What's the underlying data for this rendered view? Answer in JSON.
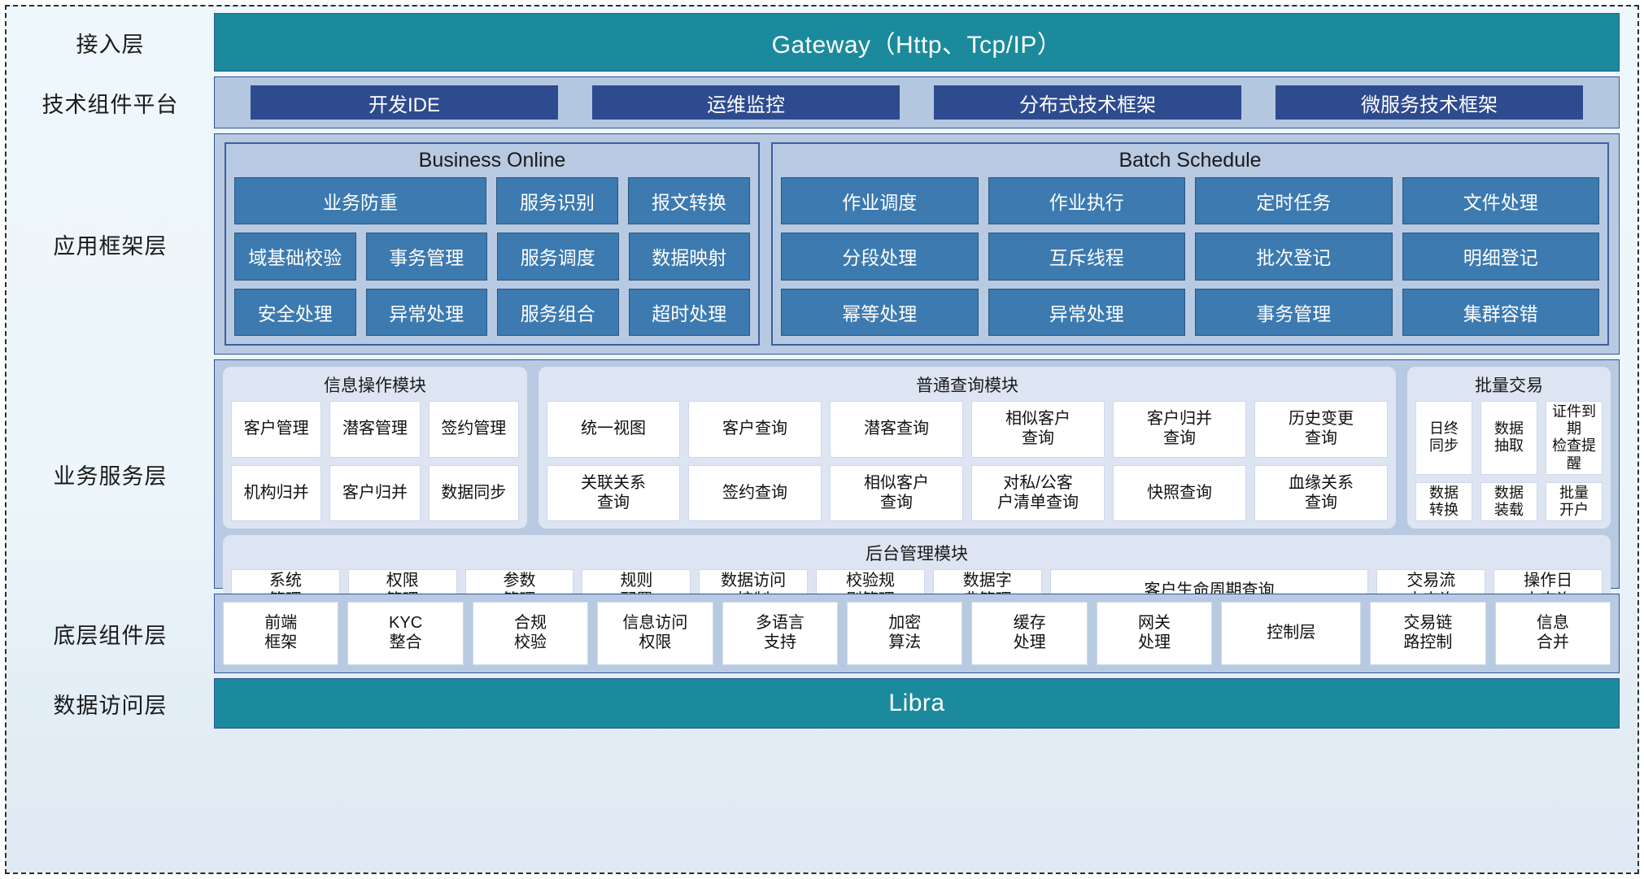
{
  "layers": [
    {
      "label": "接入层"
    },
    {
      "label": "技术组件平台"
    },
    {
      "label": "应用框架层"
    },
    {
      "label": "业务服务层"
    },
    {
      "label": "底层组件层"
    },
    {
      "label": "数据访问层"
    }
  ],
  "gateway": {
    "title": "Gateway（Http、Tcp/IP）"
  },
  "tech_platform": {
    "buttons": [
      {
        "label": "开发IDE"
      },
      {
        "label": "运维监控"
      },
      {
        "label": "分布式技术框架"
      },
      {
        "label": "微服务技术框架"
      }
    ]
  },
  "app_framework": {
    "business_online": {
      "title": "Business Online",
      "rows": [
        [
          {
            "label": "业务防重",
            "span": 2
          },
          {
            "label": "服务识别"
          },
          {
            "label": "报文转换"
          }
        ],
        [
          {
            "label": "域基础校验"
          },
          {
            "label": "事务管理"
          },
          {
            "label": "服务调度"
          },
          {
            "label": "数据映射"
          }
        ],
        [
          {
            "label": "安全处理"
          },
          {
            "label": "异常处理"
          },
          {
            "label": "服务组合"
          },
          {
            "label": "超时处理"
          }
        ]
      ]
    },
    "batch_schedule": {
      "title": "Batch Schedule",
      "rows": [
        [
          {
            "label": "作业调度"
          },
          {
            "label": "作业执行"
          },
          {
            "label": "定时任务"
          },
          {
            "label": "文件处理"
          }
        ],
        [
          {
            "label": "分段处理"
          },
          {
            "label": "互斥线程"
          },
          {
            "label": "批次登记"
          },
          {
            "label": "明细登记"
          }
        ],
        [
          {
            "label": "幂等处理"
          },
          {
            "label": "异常处理"
          },
          {
            "label": "事务管理"
          },
          {
            "label": "集群容错"
          }
        ]
      ]
    }
  },
  "business_service": {
    "info_module": {
      "title": "信息操作模块",
      "rows": [
        [
          {
            "label": "客户管理"
          },
          {
            "label": "潜客管理"
          },
          {
            "label": "签约管理"
          }
        ],
        [
          {
            "label": "机构归并"
          },
          {
            "label": "客户归并"
          },
          {
            "label": "数据同步"
          }
        ]
      ]
    },
    "query_module": {
      "title": "普通查询模块",
      "rows": [
        [
          {
            "label": "统一视图"
          },
          {
            "label": "客户查询"
          },
          {
            "label": "潜客查询"
          },
          {
            "label": "相似客户\n查询"
          },
          {
            "label": "客户归并\n查询"
          },
          {
            "label": "历史变更\n查询"
          }
        ],
        [
          {
            "label": "关联关系\n查询"
          },
          {
            "label": "签约查询"
          },
          {
            "label": "相似客户\n查询"
          },
          {
            "label": "对私/公客\n户清单查询"
          },
          {
            "label": "快照查询"
          },
          {
            "label": "血缘关系\n查询"
          }
        ]
      ]
    },
    "batch_module": {
      "title": "批量交易",
      "rows": [
        [
          {
            "label": "日终\n同步"
          },
          {
            "label": "数据\n抽取"
          },
          {
            "label": "证件到期\n检查提醒"
          }
        ],
        [
          {
            "label": "数据\n转换"
          },
          {
            "label": "数据\n装载"
          },
          {
            "label": "批量\n开户"
          }
        ]
      ]
    },
    "admin_module": {
      "title": "后台管理模块",
      "rows": [
        [
          {
            "label": "系统\n管理"
          },
          {
            "label": "权限\n管理"
          },
          {
            "label": "参数\n管理"
          },
          {
            "label": "规则\n配置"
          },
          {
            "label": "数据访问\n控制"
          },
          {
            "label": "校验规\n则管理"
          },
          {
            "label": "数据字\n典管理"
          },
          {
            "label": "客户生命周期查询",
            "wide": true
          },
          {
            "label": "交易流\n水查询"
          },
          {
            "label": "操作日\n志查询"
          }
        ]
      ]
    }
  },
  "base_components": {
    "items": [
      {
        "label": "前端\n框架"
      },
      {
        "label": "KYC\n整合"
      },
      {
        "label": "合规\n校验"
      },
      {
        "label": "信息访问\n权限"
      },
      {
        "label": "多语言\n支持"
      },
      {
        "label": "加密\n算法"
      },
      {
        "label": "缓存\n处理"
      },
      {
        "label": "网关\n处理"
      },
      {
        "label": "控制层",
        "wide": true
      },
      {
        "label": "交易链\n路控制"
      },
      {
        "label": "信息\n合并"
      }
    ]
  },
  "data_access": {
    "title": "Libra"
  },
  "colors": {
    "teal": "#1b8a9c",
    "navy": "#2e4b8f",
    "chip_blue": "#3c7ab0",
    "panel_blue": "#b8cae2",
    "module_card": "#dde5f2",
    "border_blue": "#2f5597"
  }
}
